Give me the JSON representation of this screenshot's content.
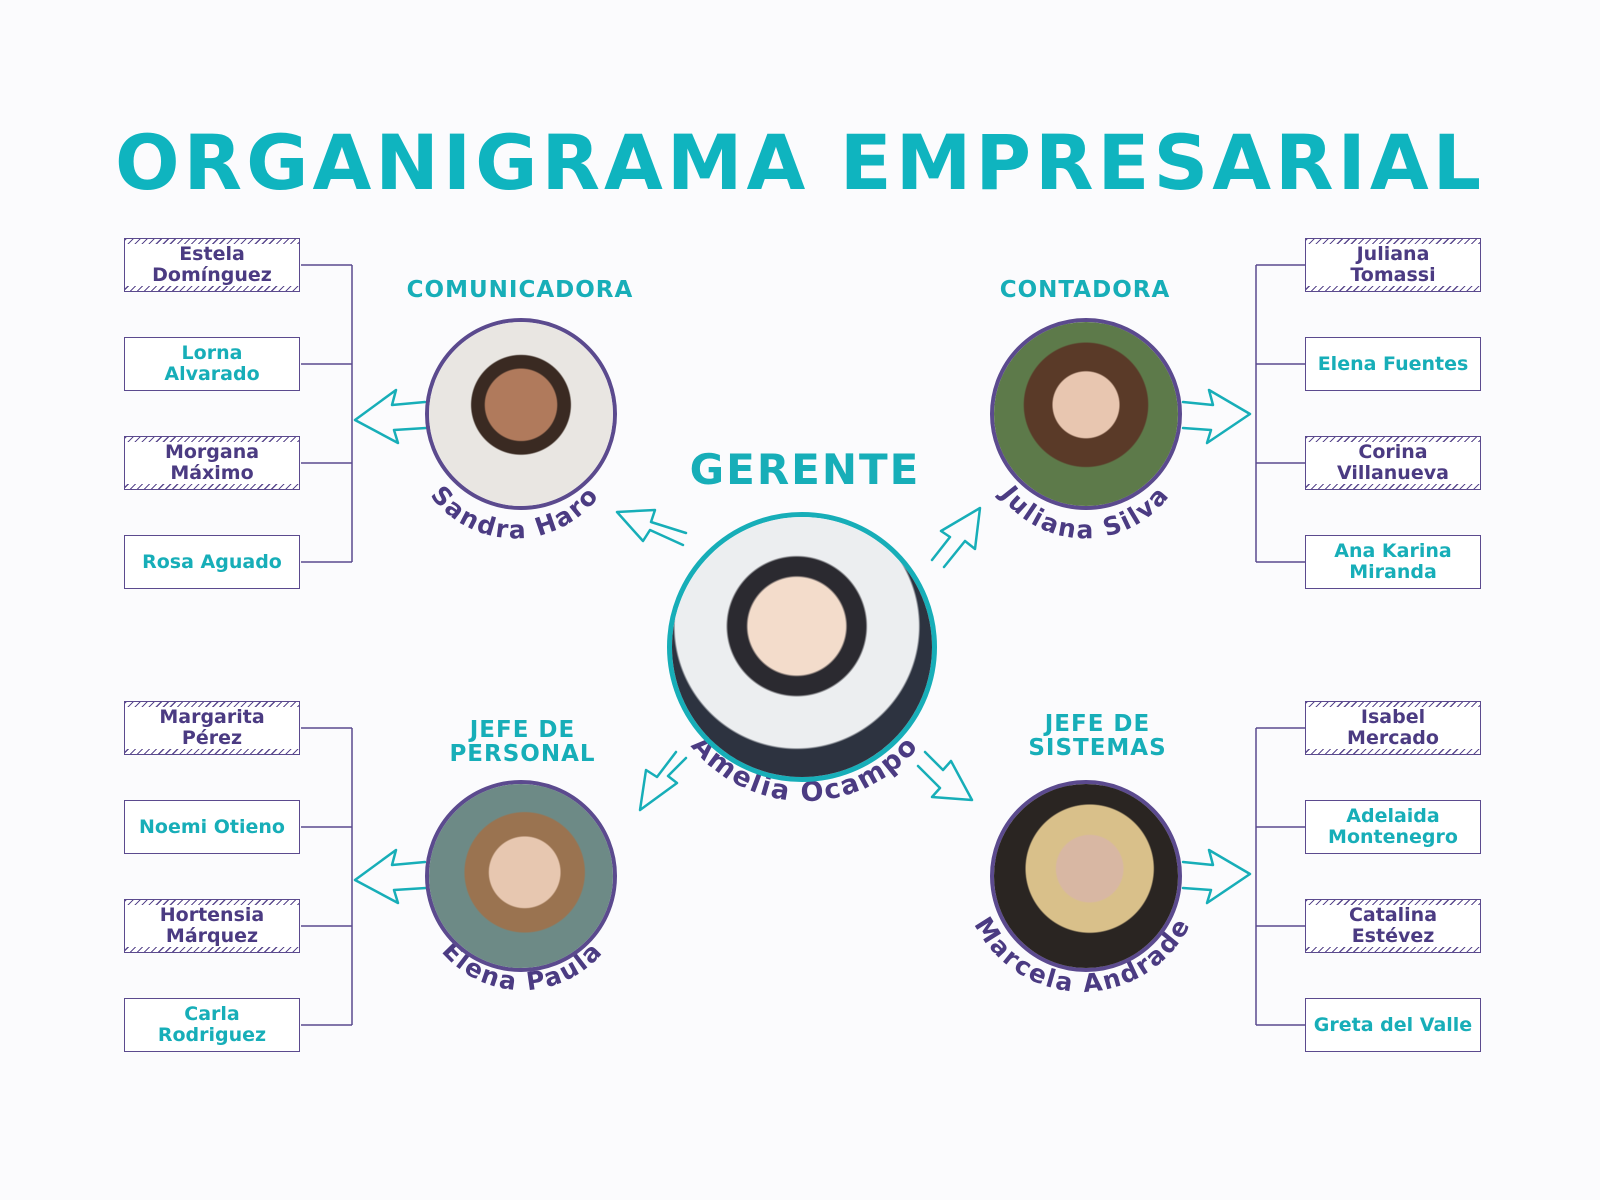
{
  "title": "ORGANIGRAMA EMPRESARIAL",
  "colors": {
    "teal": "#17aeb8",
    "purple": "#5b4a8e",
    "background": "#fbfbfd"
  },
  "manager": {
    "role": "GERENTE",
    "name": "Amelia Ocampo"
  },
  "departments": [
    {
      "id": "comunicadora",
      "role": "COMUNICADORA",
      "head": "Sandra Haro",
      "staff": [
        "Estela Domínguez",
        "Lorna Alvarado",
        "Morgana Máximo",
        "Rosa Aguado"
      ]
    },
    {
      "id": "contadora",
      "role": "CONTADORA",
      "head": "Juliana Silva",
      "staff": [
        "Juliana Tomassi",
        "Elena Fuentes",
        "Corina Villanueva",
        "Ana Karina Miranda"
      ]
    },
    {
      "id": "personal",
      "role": "JEFE DE PERSONAL",
      "head": "Elena Paula",
      "staff": [
        "Margarita Pérez",
        "Noemi Otieno",
        "Hortensia Márquez",
        "Carla Rodriguez"
      ]
    },
    {
      "id": "sistemas",
      "role": "JEFE DE SISTEMAS",
      "head": "Marcela Andrade",
      "staff": [
        "Isabel Mercado",
        "Adelaida Montenegro",
        "Catalina Estévez",
        "Greta del Valle"
      ]
    }
  ]
}
